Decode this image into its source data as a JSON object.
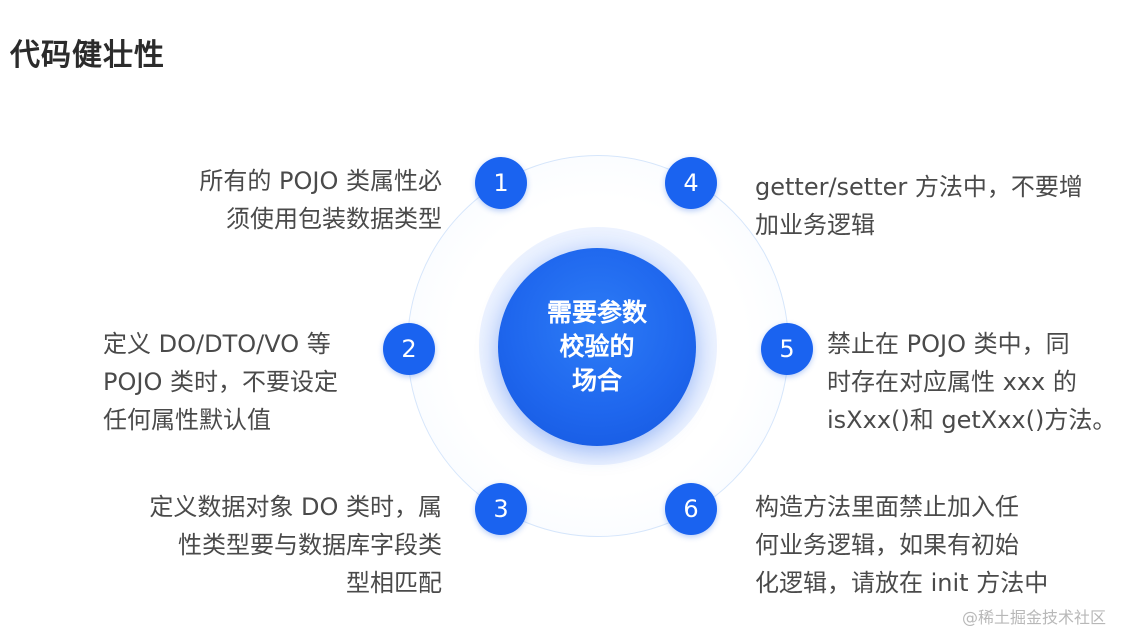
{
  "page": {
    "title": "代码健壮性"
  },
  "diagram": {
    "center_lines": [
      "需要参数",
      "校验的",
      "场合"
    ],
    "items": [
      {
        "number": "1",
        "lines": [
          "所有的 POJO 类属性必",
          "须使用包装数据类型"
        ]
      },
      {
        "number": "2",
        "lines": [
          "定义 DO/DTO/VO 等",
          "POJO 类时，不要设定",
          "任何属性默认值"
        ]
      },
      {
        "number": "3",
        "lines": [
          "定义数据对象 DO 类时，属",
          "性类型要与数据库字段类",
          "型相匹配"
        ]
      },
      {
        "number": "4",
        "lines": [
          "getter/setter 方法中，不要增",
          "加业务逻辑"
        ]
      },
      {
        "number": "5",
        "lines": [
          "禁止在 POJO 类中，同",
          "时存在对应属性 xxx 的",
          "isXxx()和 getXxx()方法。"
        ]
      },
      {
        "number": "6",
        "lines": [
          "构造方法里面禁止加入任",
          "何业务逻辑，如果有初始",
          "化逻辑，请放在 init 方法中"
        ]
      }
    ]
  },
  "watermark": "@稀土掘金技术社区",
  "colors": {
    "accent": "#1a63f0",
    "center": "#1f67ee",
    "ring": "#d6e6fb"
  }
}
